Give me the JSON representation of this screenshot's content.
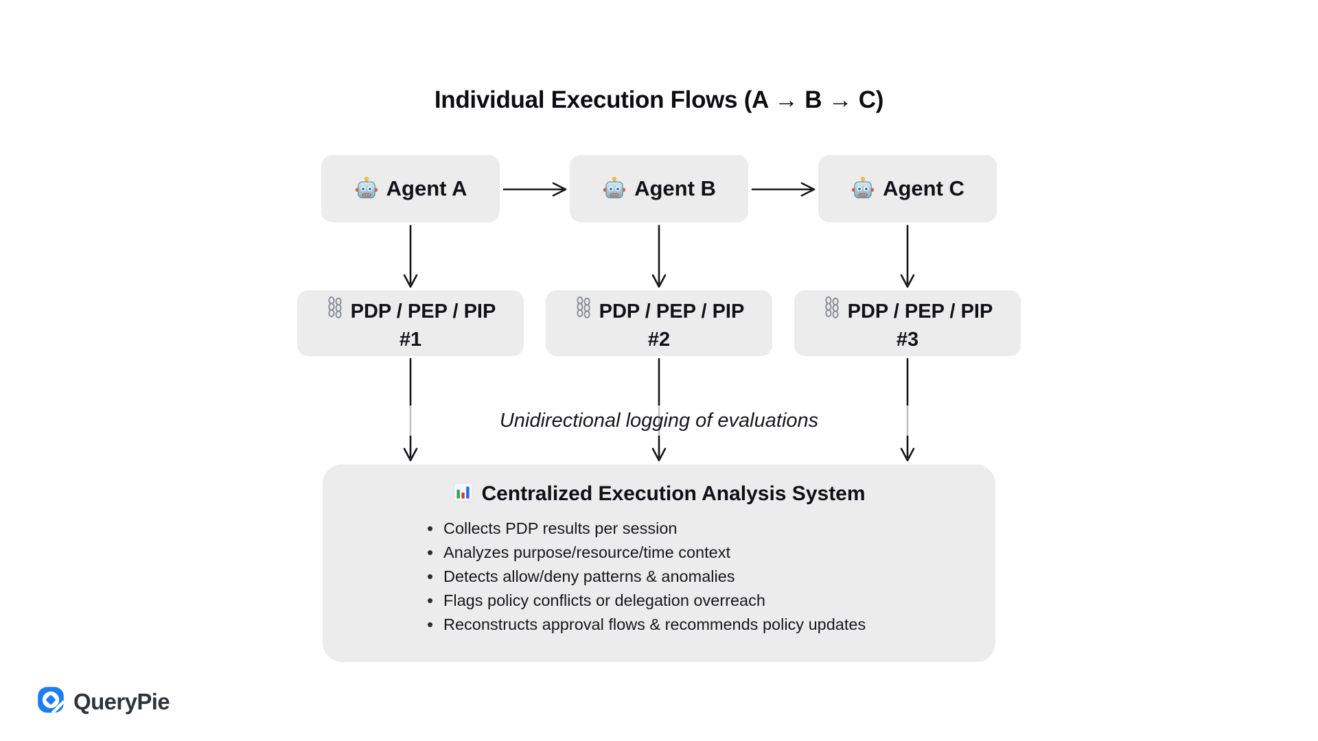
{
  "title": "Individual Execution Flows (A → B → C)",
  "agents": [
    {
      "label": "Agent A",
      "icon": "robot-icon"
    },
    {
      "label": "Agent B",
      "icon": "robot-icon"
    },
    {
      "label": "Agent C",
      "icon": "robot-icon"
    }
  ],
  "pdp_nodes": [
    {
      "line1": "PDP / PEP / PIP",
      "line2": "#1",
      "icon": "chains-icon"
    },
    {
      "line1": "PDP / PEP / PIP",
      "line2": "#2",
      "icon": "chains-icon"
    },
    {
      "line1": "PDP / PEP / PIP",
      "line2": "#3",
      "icon": "chains-icon"
    }
  ],
  "flow_note": "Unidirectional logging of evaluations",
  "analysis": {
    "icon": "bar-chart-icon",
    "title": "Centralized Execution Analysis System",
    "bullets": [
      "Collects PDP results per session",
      "Analyzes purpose/resource/time context",
      "Detects allow/deny patterns & anomalies",
      "Flags policy conflicts or delegation overreach",
      "Reconstructs approval flows & recommends policy updates"
    ]
  },
  "brand": {
    "name": "QueryPie"
  },
  "colors": {
    "background": "#FFFFFF",
    "node_fill": "#ECECEC",
    "arrow": "#15151A",
    "text": "#111116",
    "brand_blue": "#1D7DF2",
    "brand_text": "#2F343A"
  }
}
